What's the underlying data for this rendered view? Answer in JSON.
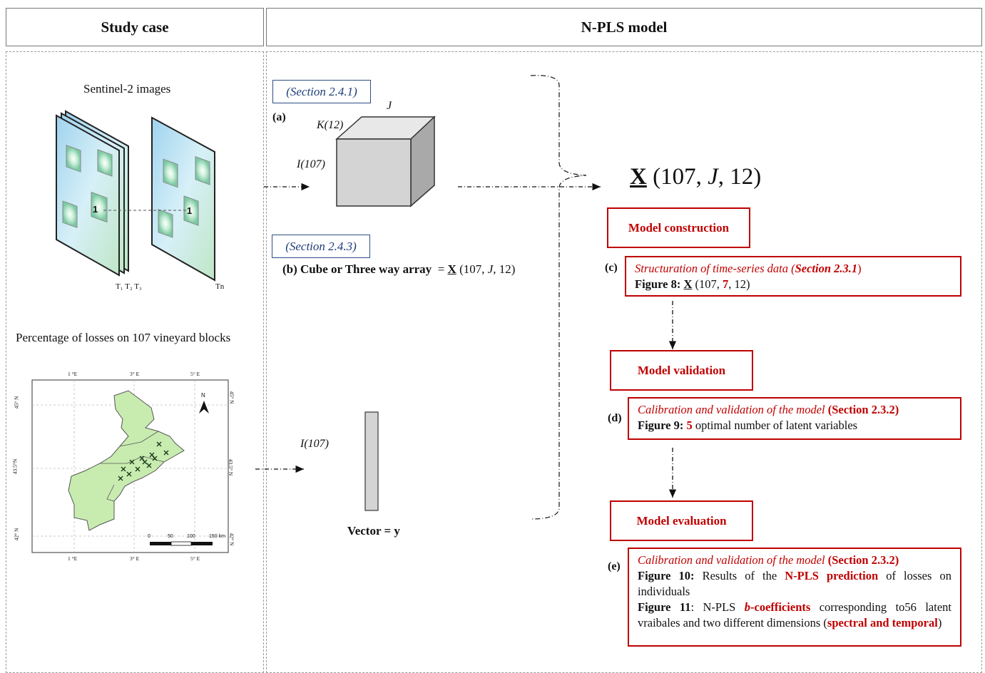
{
  "headers": {
    "study_case": "Study case",
    "npls_model": "N-PLS model"
  },
  "left": {
    "sentinel_title": "Sentinel-2 images",
    "stack_times": "T₁ T₂ T₃",
    "tn_label": "Tn",
    "parcel_label": "1",
    "losses_title": "Percentage of losses on 107 vineyard blocks",
    "map": {
      "top_ticks": [
        "1 °E",
        "3° E",
        "5° E"
      ],
      "bottom_ticks": [
        "1 °E",
        "3° E",
        "5° E"
      ],
      "left_ticks": [
        "45° N",
        "43.5°N",
        "42° N"
      ],
      "right_ticks": [
        "45° N",
        "43.5° N",
        "42° N"
      ],
      "north": "N",
      "scale": [
        "0",
        "50",
        "100",
        "150 km"
      ]
    }
  },
  "middle": {
    "section_a": "(Section 2.4.1)",
    "a_label": "(a)",
    "j_label": "J",
    "k_label": "K(12)",
    "i_label": "I(107)",
    "section_b": "(Section 2.4.3)",
    "b_text": "(b) Cube or Three way array",
    "b_eq": "=",
    "b_x": "X",
    "b_dims_open": "(107, ",
    "b_dims_j": "J",
    "b_dims_close": ", 12)",
    "i_label2": "I(107)",
    "vector": "Vector = y"
  },
  "right": {
    "big_x": "X",
    "big_open": "(107, ",
    "big_j": "J",
    "big_close": ", 12)",
    "steps": {
      "construction": "Model construction",
      "validation": "Model validation",
      "evaluation": "Model evaluation"
    },
    "c": {
      "letter": "(c)",
      "line1_italic": "Structuration of time-series data (",
      "line1_section": "Section 2.3.1",
      "line1_end": ")",
      "fig_label": "Figure 8:",
      "fig_x": "X",
      "fig_open": " (107, ",
      "fig_seven": "7",
      "fig_close": ", 12)"
    },
    "d": {
      "letter": "(d)",
      "line1_italic": "Calibration and validation of the model",
      "line1_section": "(Section 2.3.2)",
      "fig_label": "Figure 9:",
      "fig_five": "5",
      "fig_rest": " optimal number of latent variables"
    },
    "e": {
      "letter": "(e)",
      "line1_italic": "Calibration and validation of the model",
      "line1_section": "(Section 2.3.2)",
      "fig10_label": "Figure 10:",
      "fig10_a": " Results of the ",
      "fig10_red": "N-PLS prediction",
      "fig10_b": " of losses on individuals",
      "fig11_label": "Figure 11",
      "fig11_a": ": N-PLS ",
      "fig11_bcoef_b": "b",
      "fig11_bcoef_rest": "-coefficients",
      "fig11_b": " corresponding to56 latent vraibales and two different dimensions (",
      "fig11_red": "spectral and temporal",
      "fig11_c": ")"
    }
  },
  "colors": {
    "red": "#c00000",
    "blue": "#1f3d7a",
    "map_green": "#c8ecb0"
  }
}
